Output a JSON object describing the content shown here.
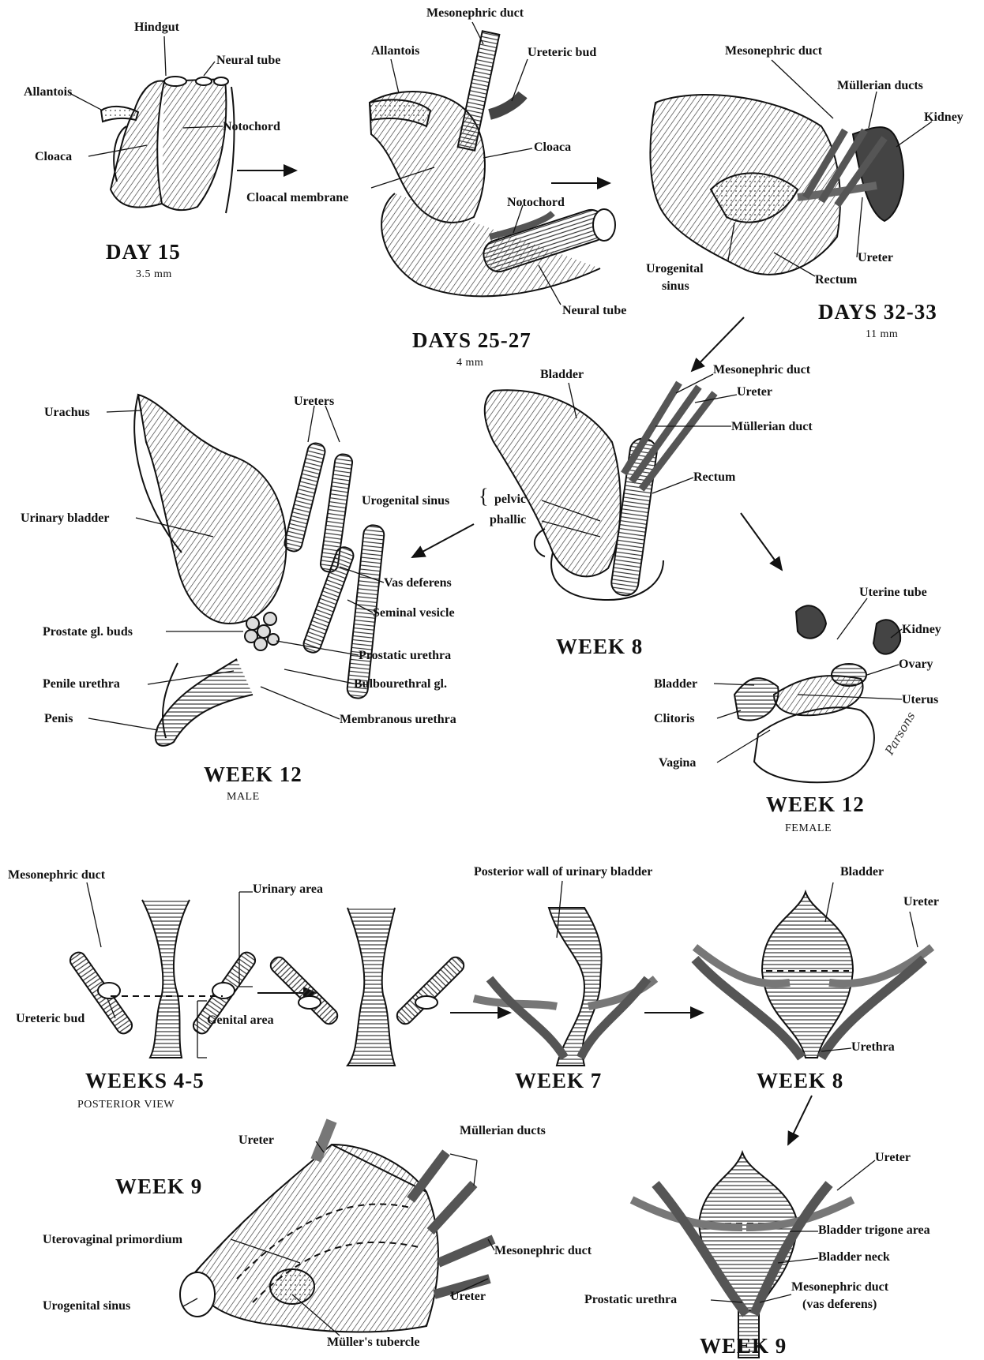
{
  "panels": {
    "day15": {
      "title": "DAY 15",
      "subtitle": "3.5 mm",
      "labels": {
        "hindgut": "Hindgut",
        "neural_tube": "Neural tube",
        "allantois": "Allantois",
        "notochord": "Notochord",
        "cloaca": "Cloaca"
      }
    },
    "days25": {
      "title": "DAYS 25-27",
      "subtitle": "4 mm",
      "labels": {
        "mesonephric_duct": "Mesonephric duct",
        "allantois": "Allantois",
        "ureteric_bud": "Ureteric bud",
        "cloaca": "Cloaca",
        "cloacal_membrane": "Cloacal membrane",
        "notochord": "Notochord",
        "neural_tube": "Neural tube"
      }
    },
    "days32": {
      "title": "DAYS 32-33",
      "subtitle": "11 mm",
      "labels": {
        "mesonephric_duct": "Mesonephric duct",
        "mullerian_ducts": "Müllerian ducts",
        "kidney": "Kidney",
        "urogenital_sinus_1": "Urogenital",
        "urogenital_sinus_2": "sinus",
        "rectum": "Rectum",
        "ureter": "Ureter"
      }
    },
    "week8": {
      "title": "WEEK 8",
      "labels": {
        "bladder": "Bladder",
        "mesonephric_duct": "Mesonephric duct",
        "ureter": "Ureter",
        "mullerian_duct": "Müllerian duct",
        "rectum": "Rectum",
        "urogenital_sinus": "Urogenital sinus",
        "pelvic": "pelvic",
        "phallic": "phallic"
      }
    },
    "week12_male": {
      "title": "WEEK 12",
      "subtitle": "MALE",
      "labels": {
        "urachus": "Urachus",
        "ureters": "Ureters",
        "urinary_bladder": "Urinary bladder",
        "vas_deferens": "Vas deferens",
        "seminal_vesicle": "Seminal vesicle",
        "prostate_buds": "Prostate gl. buds",
        "prostatic_urethra": "Prostatic urethra",
        "penile_urethra": "Penile urethra",
        "bulbourethral": "Bulbourethral gl.",
        "penis": "Penis",
        "membranous_urethra": "Membranous urethra"
      }
    },
    "week12_female": {
      "title": "WEEK 12",
      "subtitle": "FEMALE",
      "labels": {
        "uterine_tube": "Uterine tube",
        "kidney": "Kidney",
        "ovary": "Ovary",
        "bladder": "Bladder",
        "uterus": "Uterus",
        "clitoris": "Clitoris",
        "vagina": "Vagina"
      }
    },
    "weeks45": {
      "title": "WEEKS 4-5",
      "subtitle": "POSTERIOR VIEW",
      "labels": {
        "mesonephric_duct": "Mesonephric duct",
        "urinary_area": "Urinary area",
        "ureteric_bud": "Ureteric bud",
        "genital_area": "Genital area"
      }
    },
    "week7": {
      "title": "WEEK 7",
      "labels": {
        "posterior_wall": "Posterior wall of urinary bladder"
      }
    },
    "week8b": {
      "title": "WEEK 8",
      "labels": {
        "bladder": "Bladder",
        "ureter": "Ureter",
        "urethra": "Urethra"
      }
    },
    "week9a": {
      "title": "WEEK 9",
      "labels": {
        "ureter_top": "Ureter",
        "mullerian_ducts": "Müllerian ducts",
        "mesonephric_duct": "Mesonephric duct",
        "uterovaginal": "Uterovaginal primordium",
        "urogenital_sinus": "Urogenital sinus",
        "ureter_bottom": "Ureter",
        "mullers_tubercle": "Müller's tubercle"
      }
    },
    "week9b": {
      "title": "WEEK 9",
      "labels": {
        "ureter": "Ureter",
        "trigone": "Bladder trigone area",
        "neck": "Bladder neck",
        "prostatic_urethra": "Prostatic urethra",
        "mesonephric_1": "Mesonephric duct",
        "mesonephric_2": "(vas deferens)"
      }
    }
  },
  "signature": "Parsons"
}
